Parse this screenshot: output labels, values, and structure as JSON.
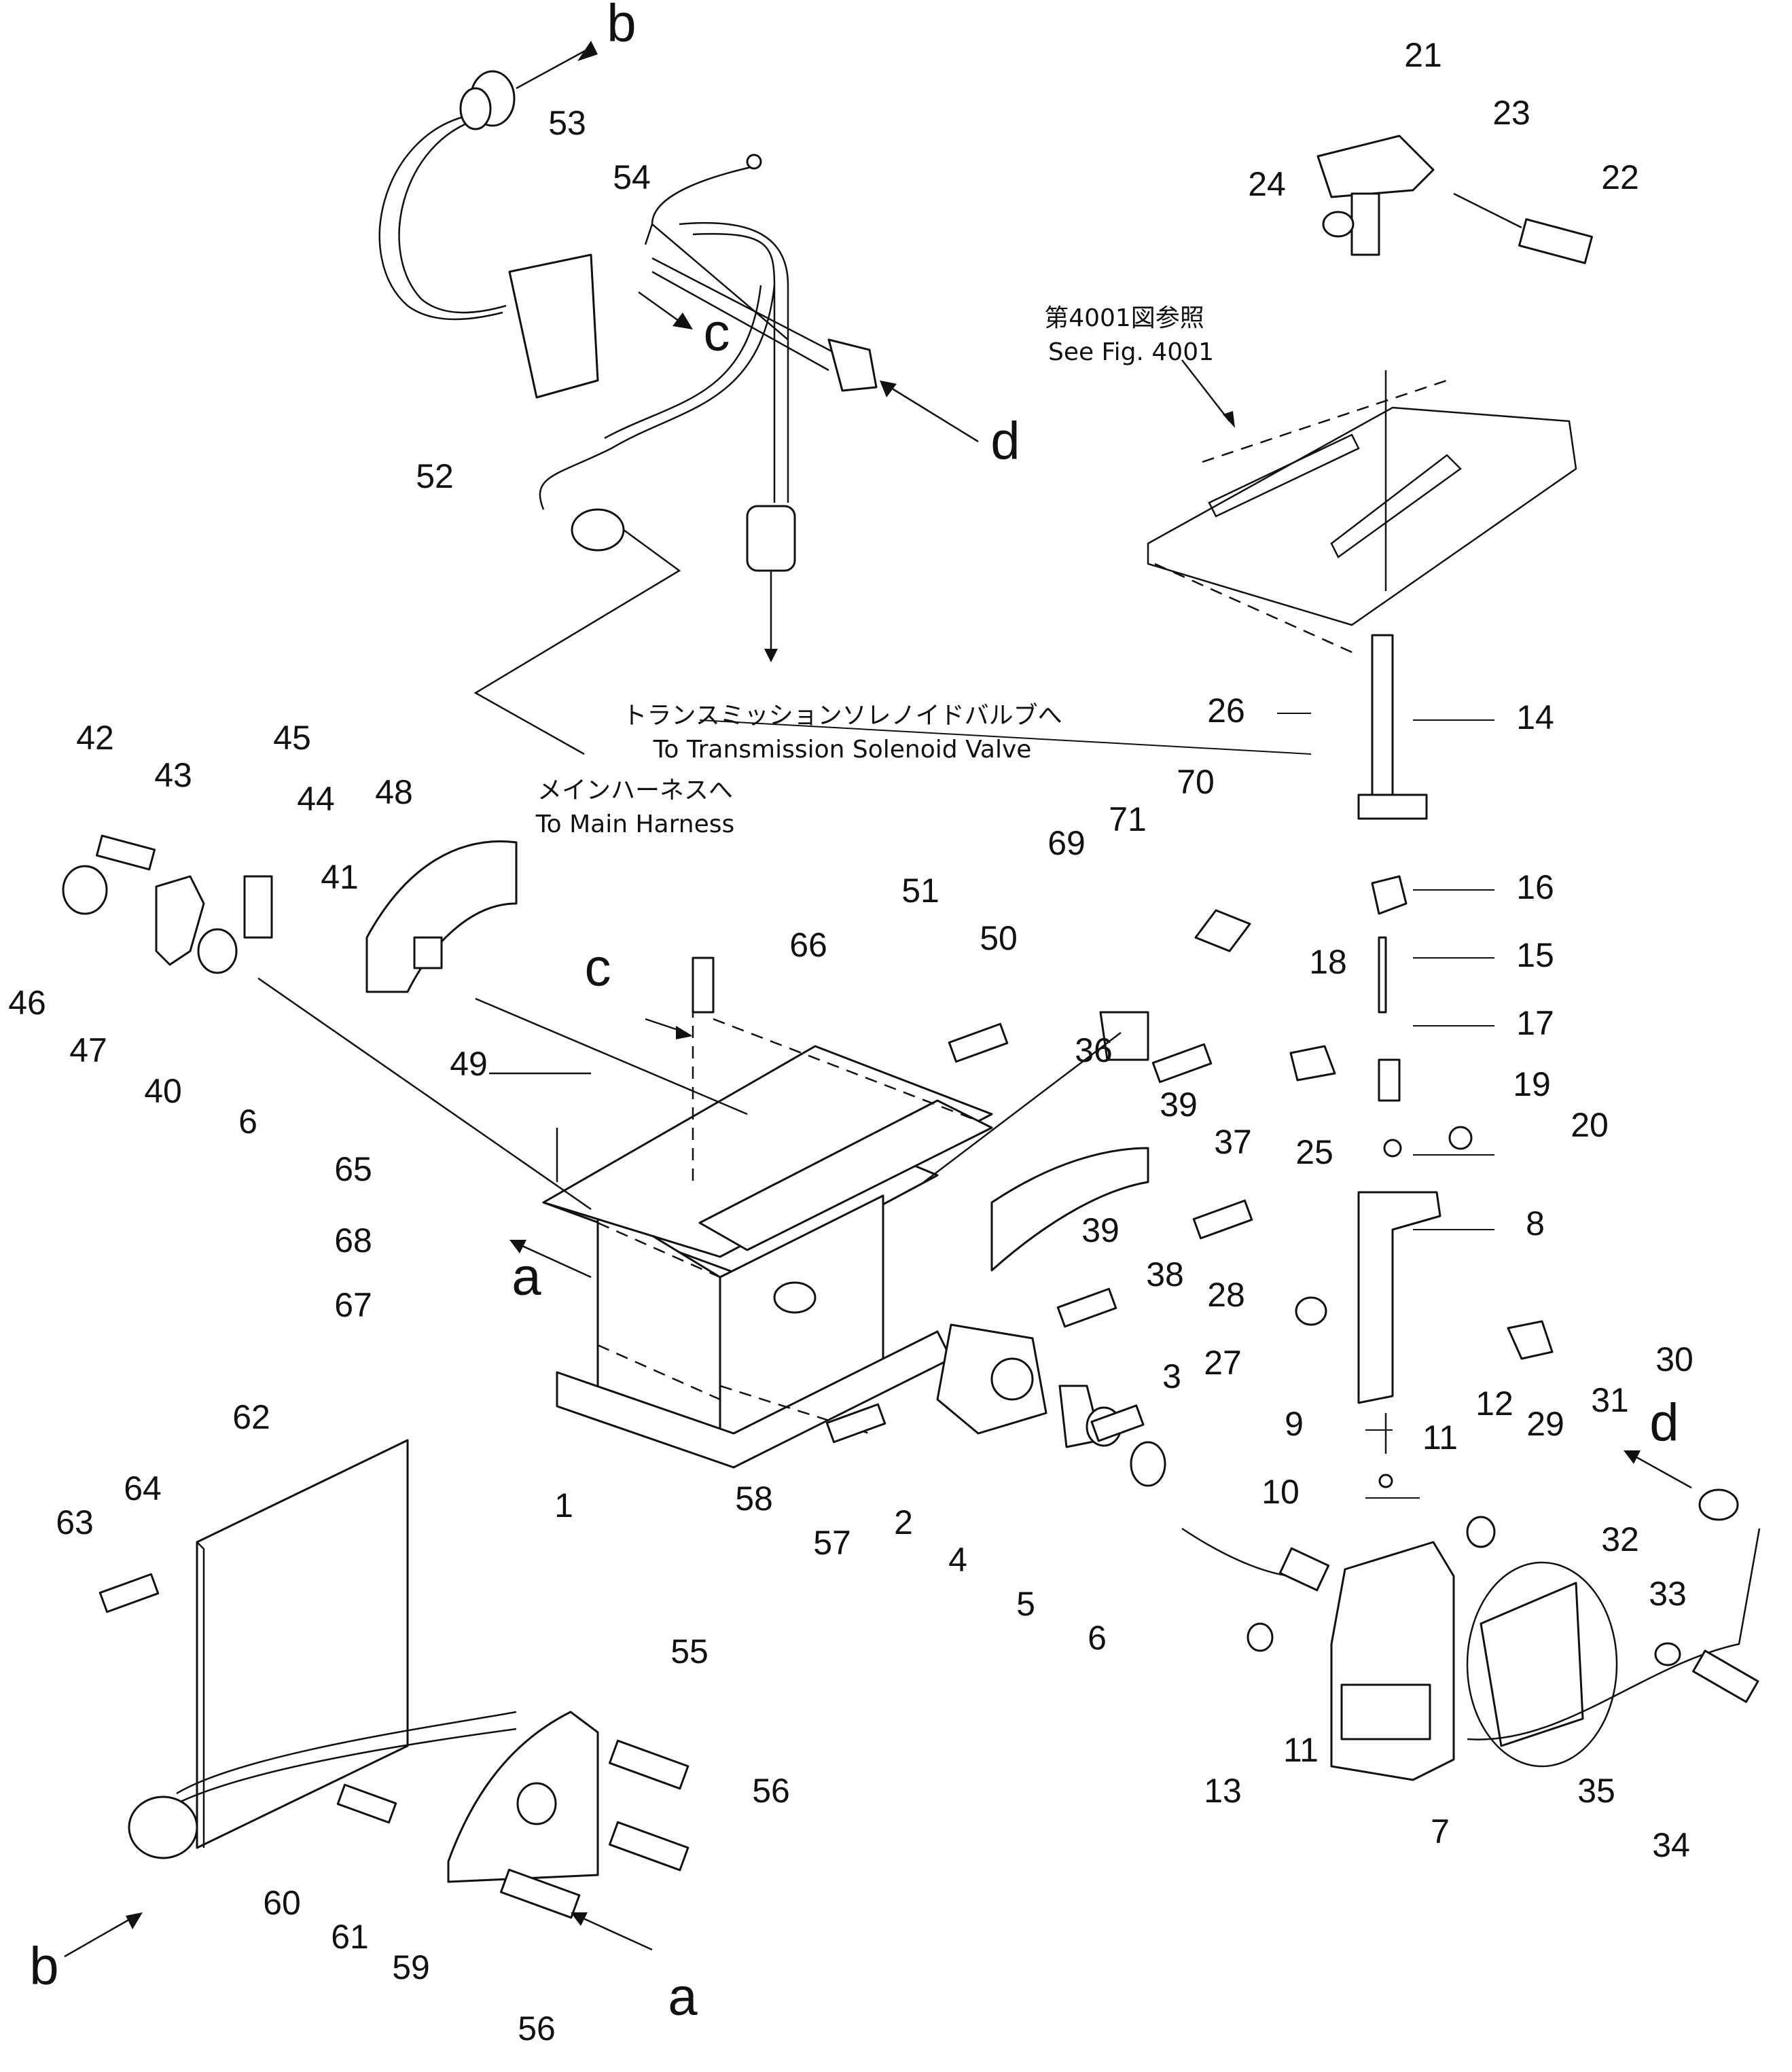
{
  "notes": {
    "fig_ref_jp": "第4001図参照",
    "fig_ref_en": "See Fig. 4001",
    "solenoid_jp": "トランスミッションソレノイドバルブへ",
    "solenoid_en": "To Transmission Solenoid Valve",
    "harness_jp": "メインハーネスへ",
    "harness_en": "To Main Harness"
  },
  "connection_labels": [
    "a",
    "b",
    "c",
    "d"
  ],
  "part_numbers": [
    "1",
    "2",
    "3",
    "4",
    "5",
    "6",
    "7",
    "8",
    "9",
    "10",
    "11",
    "12",
    "13",
    "14",
    "15",
    "16",
    "17",
    "18",
    "19",
    "20",
    "21",
    "22",
    "23",
    "24",
    "25",
    "26",
    "27",
    "28",
    "29",
    "30",
    "31",
    "32",
    "33",
    "34",
    "35",
    "36",
    "37",
    "38",
    "39",
    "40",
    "41",
    "42",
    "43",
    "44",
    "45",
    "46",
    "47",
    "48",
    "49",
    "50",
    "51",
    "52",
    "53",
    "54",
    "55",
    "56",
    "57",
    "58",
    "59",
    "60",
    "61",
    "62",
    "63",
    "64",
    "65",
    "66",
    "67",
    "68",
    "69",
    "70",
    "71"
  ]
}
